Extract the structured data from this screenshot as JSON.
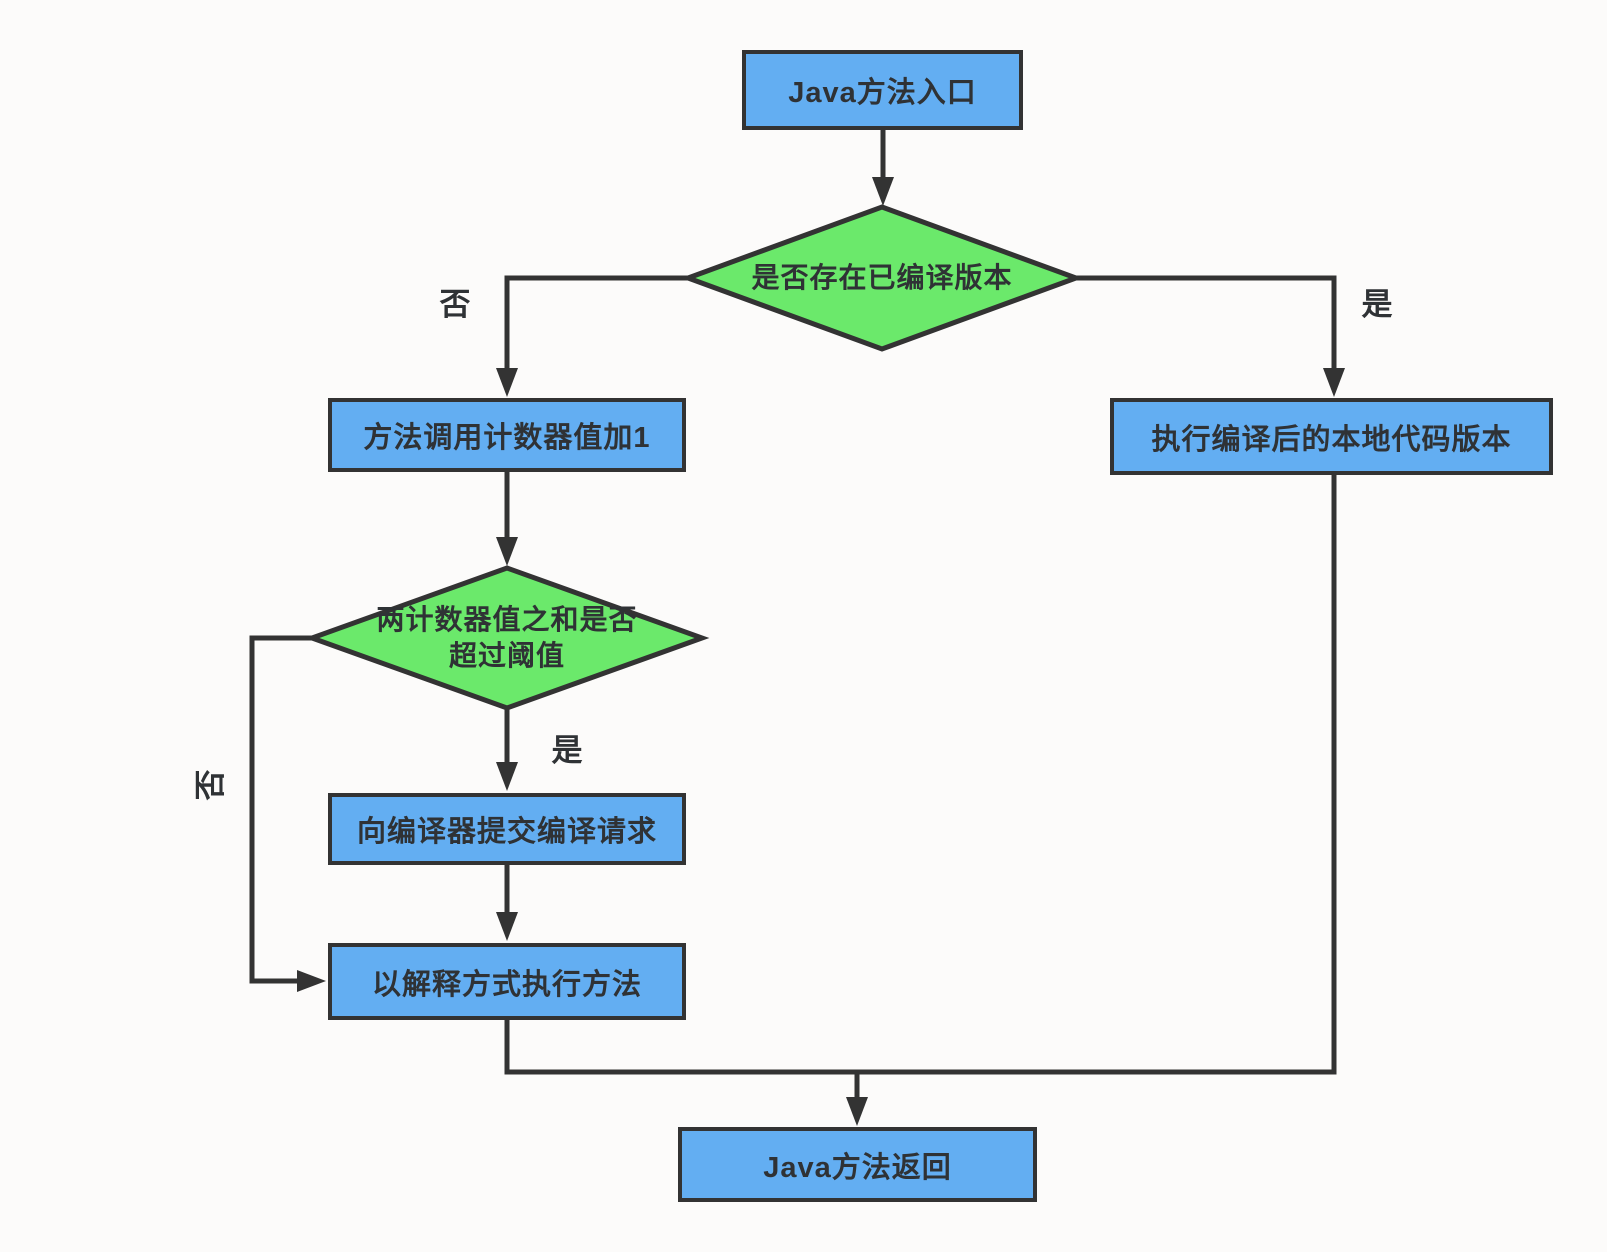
{
  "diagram": {
    "nodes": {
      "entry": "Java方法入口",
      "decision_compiled": "是否存在已编译版本",
      "increment_counter": "方法调用计数器值加1",
      "run_native": "执行编译后的本地代码版本",
      "decision_threshold": "两计数器值之和是否\n超过阈值",
      "submit_compile": "向编译器提交编译请求",
      "interpret": "以解释方式执行方法",
      "return": "Java方法返回"
    },
    "edge_labels": {
      "compiled_no": "否",
      "compiled_yes": "是",
      "threshold_yes": "是",
      "threshold_no": "否"
    },
    "colors": {
      "process_fill": "#63AEF2",
      "decision_fill": "#6BE96B",
      "stroke": "#333333",
      "text": "#2F3235",
      "background": "#FCFBFA"
    }
  }
}
